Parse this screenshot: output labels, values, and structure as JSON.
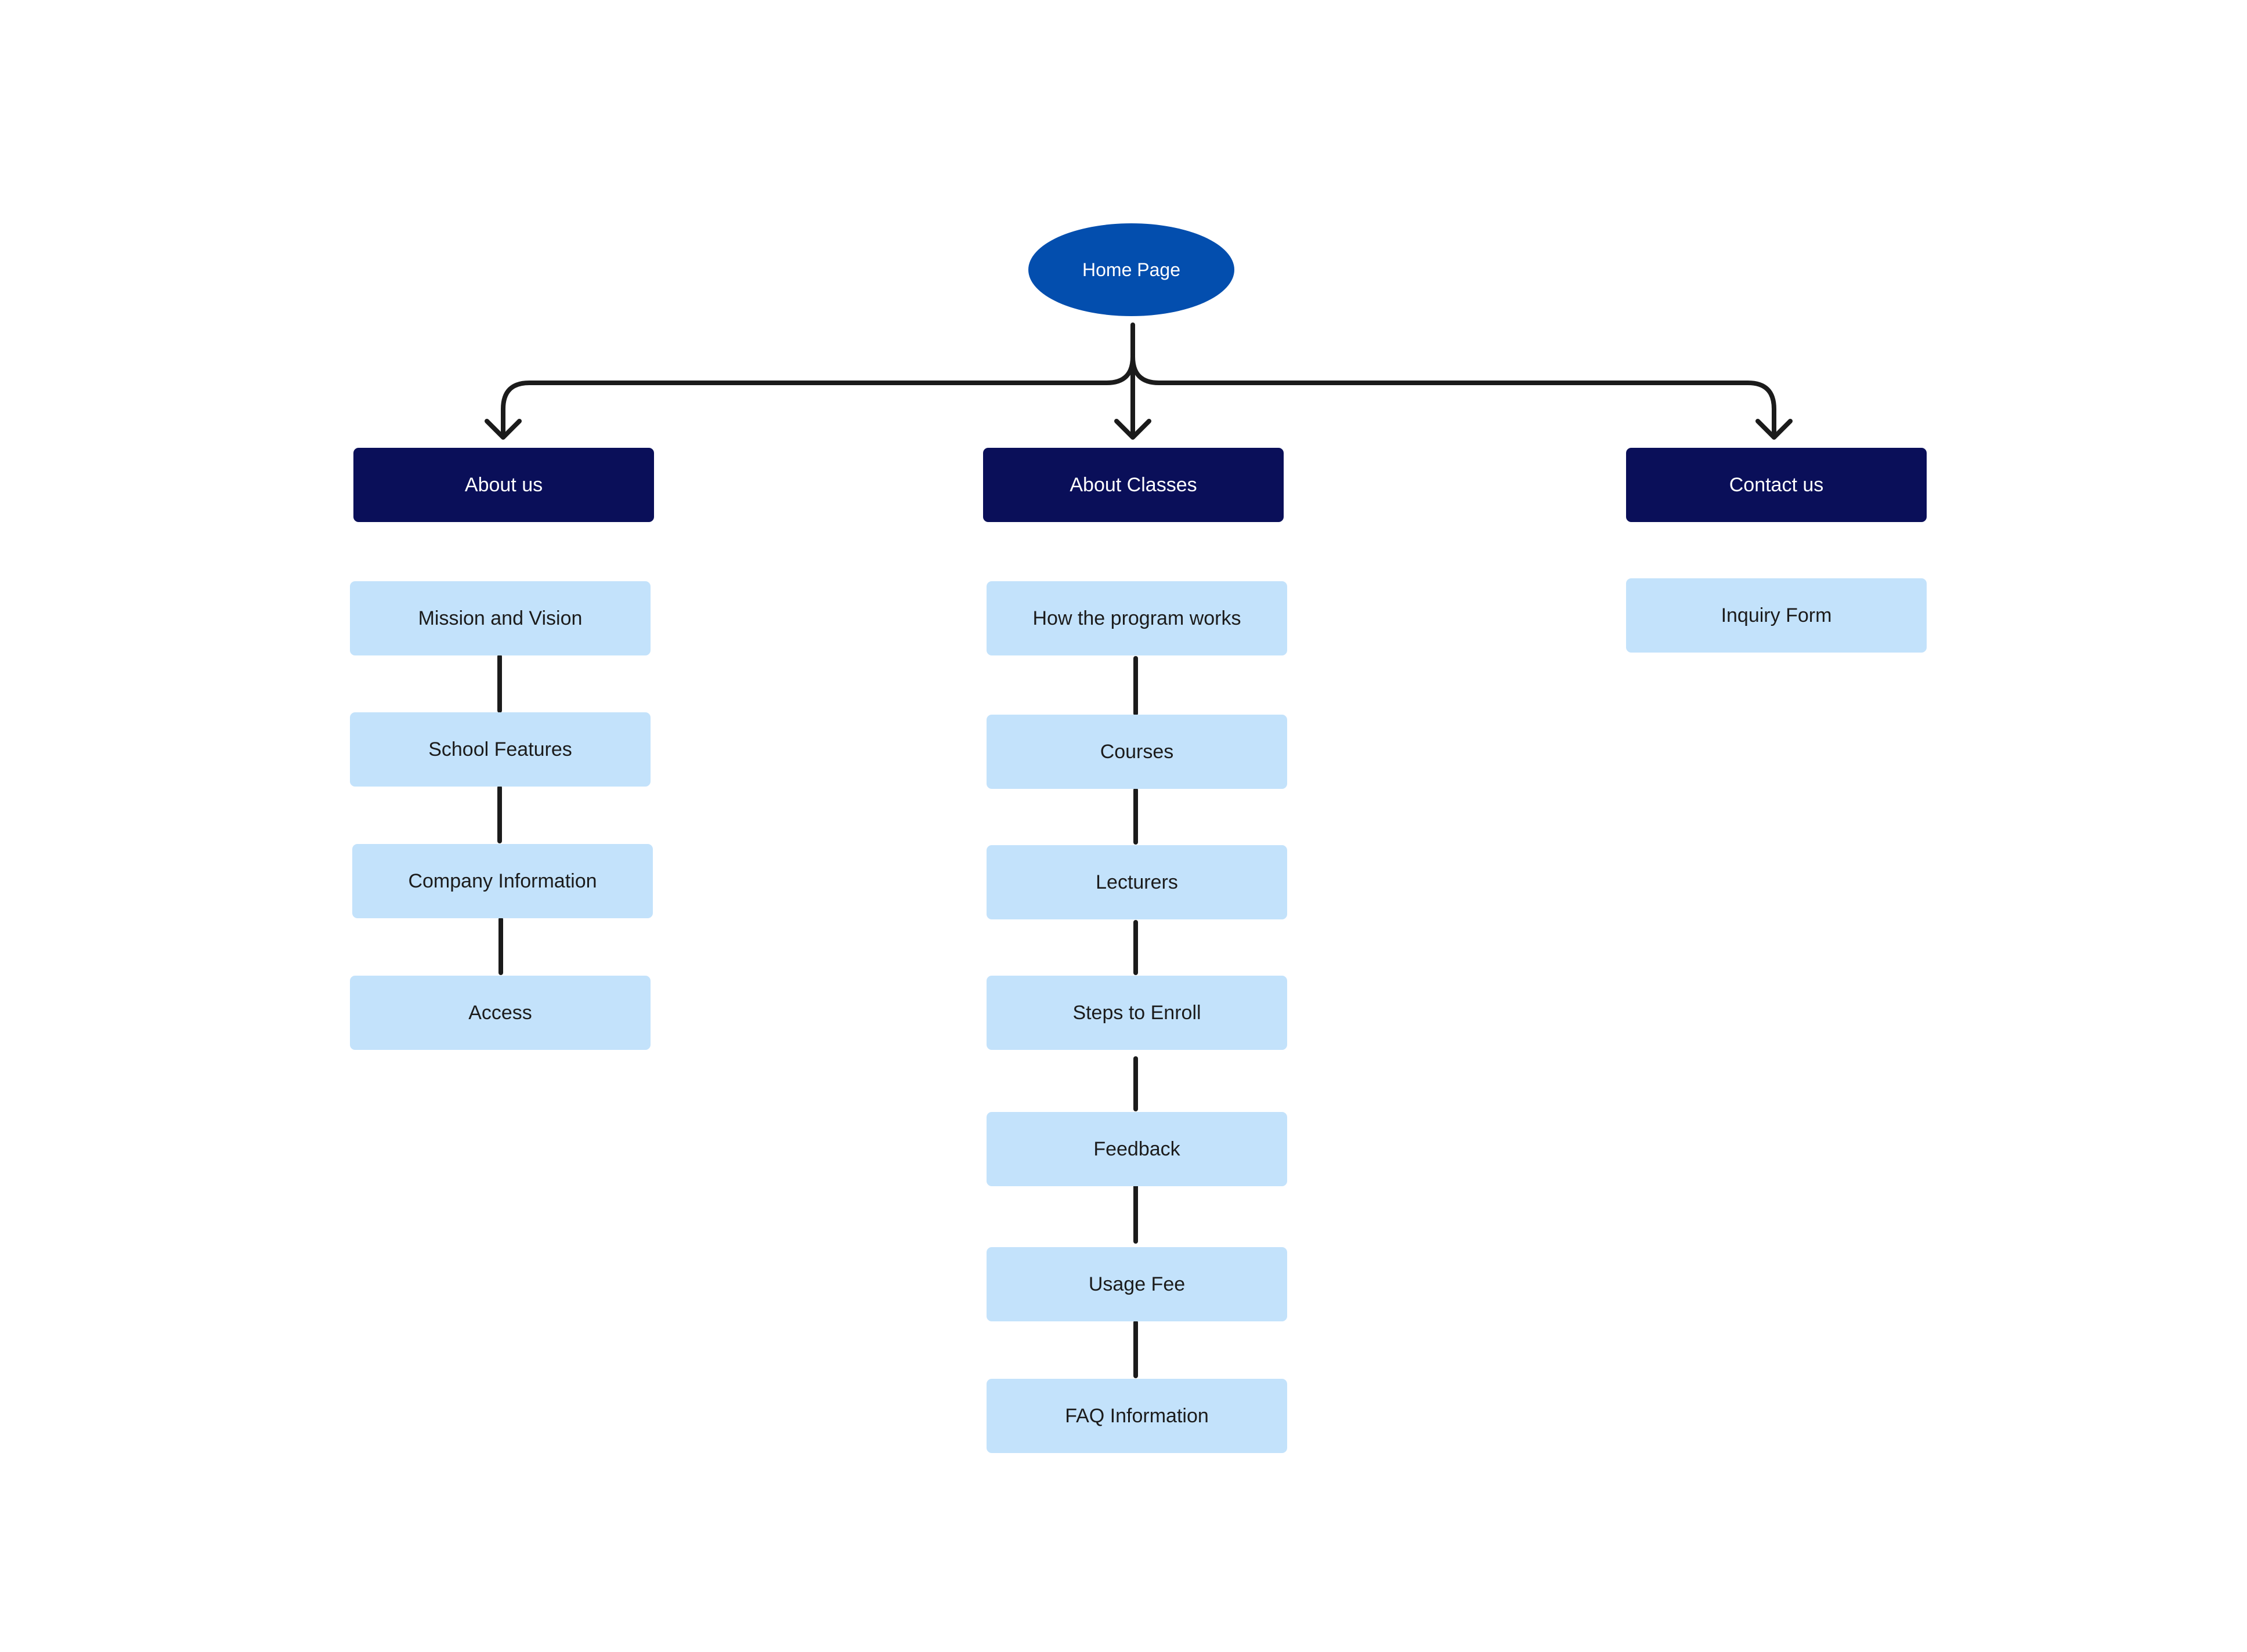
{
  "root": {
    "label": "Home Page"
  },
  "sections": [
    {
      "label": "About us",
      "pages": [
        "Mission and Vision",
        "School Features",
        "Company Information",
        "Access"
      ]
    },
    {
      "label": "About Classes",
      "pages": [
        "How the program works",
        "Courses",
        "Lecturers",
        "Steps to Enroll",
        "Feedback",
        "Usage Fee",
        "FAQ Information"
      ]
    },
    {
      "label": "Contact us",
      "pages": [
        "Inquiry Form"
      ]
    }
  ],
  "colors": {
    "root_fill": "#034eae",
    "section_fill": "#0a0f59",
    "page_fill": "#c3e2fb",
    "connector": "#1b1b1b"
  }
}
